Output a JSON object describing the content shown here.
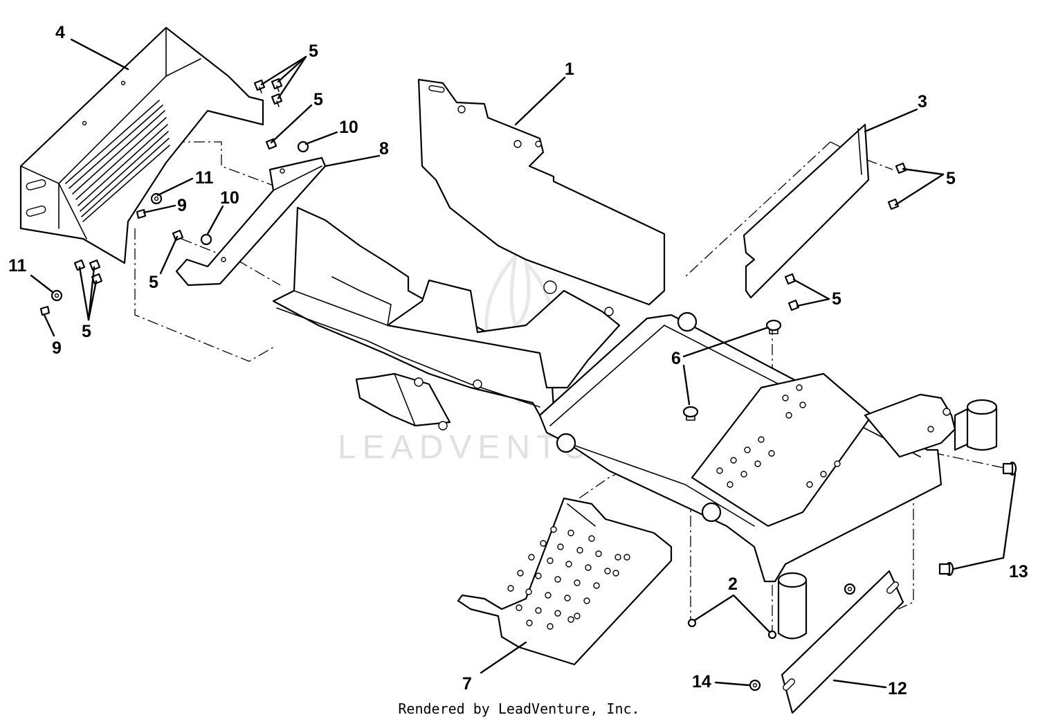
{
  "diagram": {
    "watermark": "LEADVENTURE",
    "credit": "Rendered by LeadVenture, Inc.",
    "callouts": {
      "c1": "1",
      "c2": "2",
      "c3": "3",
      "c4": "4",
      "c5a": "5",
      "c5b": "5",
      "c5c": "5",
      "c5d": "5",
      "c5e": "5",
      "c5f": "5",
      "c6": "6",
      "c7": "7",
      "c8": "8",
      "c9a": "9",
      "c9b": "9",
      "c10a": "10",
      "c10b": "10",
      "c11a": "11",
      "c11b": "11",
      "c12": "12",
      "c13": "13",
      "c14": "14"
    },
    "colors": {
      "ink": "#000000",
      "watermark": "#d6d6d6",
      "background": "#ffffff"
    }
  }
}
